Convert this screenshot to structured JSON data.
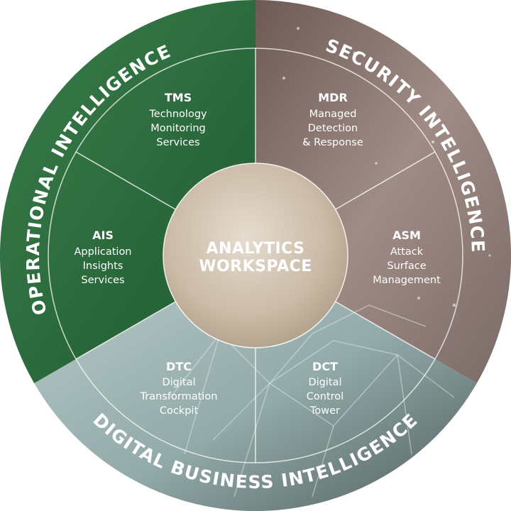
{
  "center": {
    "line1": "ANALYTICS",
    "line2": "WORKSPACE"
  },
  "domains": {
    "operational": "OPERATIONAL INTELLIGENCE",
    "security": "SECURITY INTELLIGENCE",
    "digital_business": "DIGITAL BUSINESS INTELLIGENCE"
  },
  "segments": {
    "tms": {
      "code": "TMS",
      "lines": [
        "Technology",
        "Monitoring",
        "Services"
      ]
    },
    "mdr": {
      "code": "MDR",
      "lines": [
        "Managed",
        "Detection",
        "& Response"
      ]
    },
    "ais": {
      "code": "AIS",
      "lines": [
        "Application",
        "Insights",
        "Services"
      ]
    },
    "asm": {
      "code": "ASM",
      "lines": [
        "Attack",
        "Surface",
        "Management"
      ]
    },
    "dtc": {
      "code": "DTC",
      "lines": [
        "Digital",
        "Transformation",
        "Cockpit"
      ]
    },
    "dct": {
      "code": "DCT",
      "lines": [
        "Digital",
        "Control",
        "Tower"
      ]
    }
  },
  "colors": {
    "operational": "#2e6e3f",
    "security": "#8f7a74",
    "digital_business": "#9fb6b5",
    "center": "#cdbfae"
  }
}
